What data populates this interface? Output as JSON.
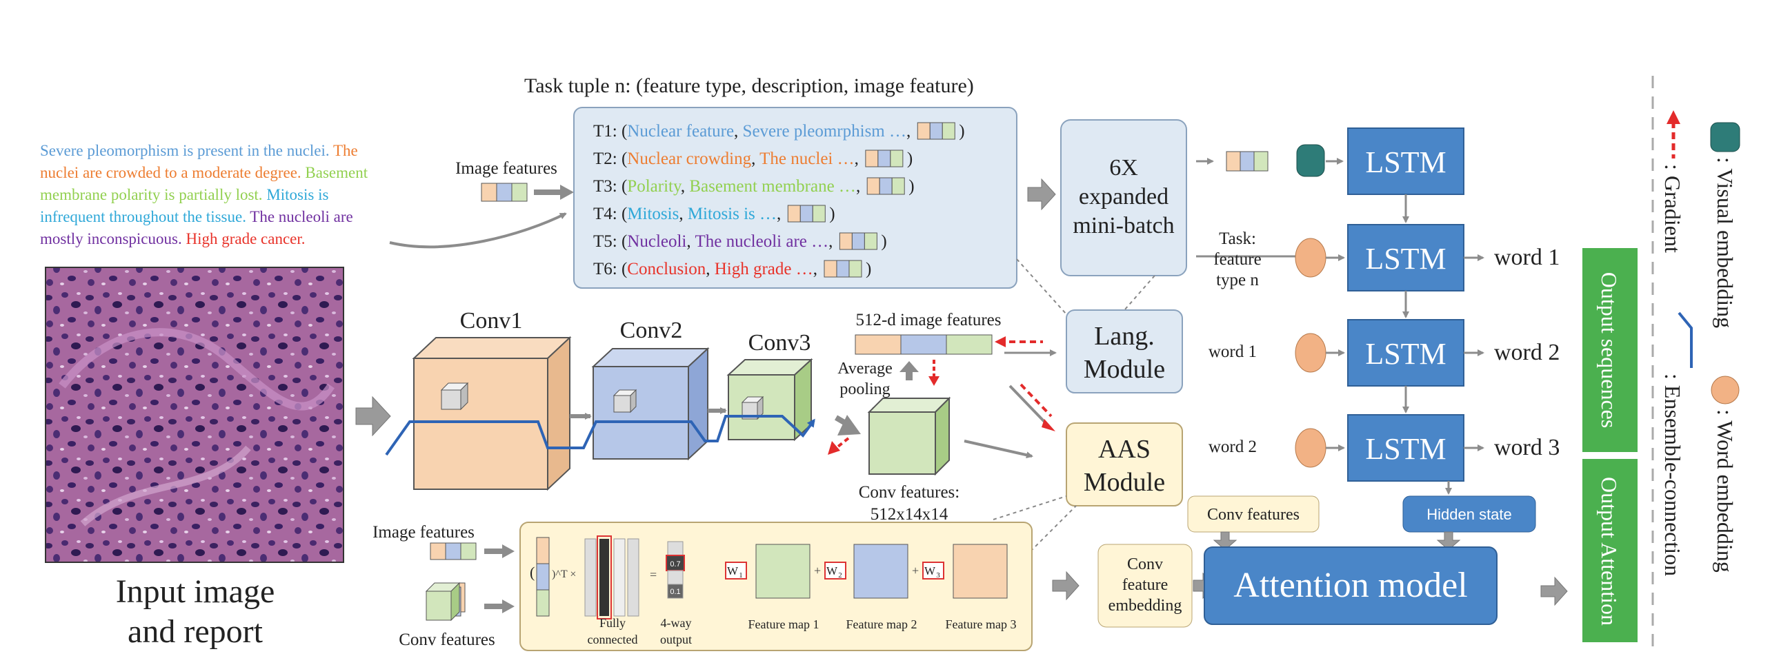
{
  "header": {
    "task_tuple": "Task tuple n: (feature type, description, image feature)"
  },
  "report": {
    "segments": [
      {
        "text": "Severe pleomorphism is present in the nuclei.",
        "color": "#5b9bd5"
      },
      {
        "text": "The nuclei are crowded to a moderate degree.",
        "color": "#ed7d31"
      },
      {
        "text": "Basement membrane polarity is partially lost.",
        "color": "#92d050"
      },
      {
        "text": "Mitosis is infrequent throughout the tissue.",
        "color": "#2fa8d8"
      },
      {
        "text": "The nucleoli are mostly inconspicuous.",
        "color": "#7030a0"
      },
      {
        "text": "High grade cancer.",
        "color": "#e8332a"
      }
    ],
    "lines": [
      [
        "Severe pleomorphism is present in the nuclei.",
        " The"
      ],
      [
        "nuclei are crowded to a moderate degree.",
        " Basement"
      ],
      [
        "membrane polarity is partially lost.",
        " Mitosis is"
      ],
      [
        "infrequent throughout the tissue.",
        " The nucleoli are"
      ],
      [
        "mostly inconspicuous.",
        " High grade cancer."
      ]
    ]
  },
  "input": {
    "label_line1": "Input image",
    "label_line2": "and report"
  },
  "tasks": [
    {
      "id": "T1:",
      "feature": "Nuclear feature",
      "desc": "Severe pleomrphism …",
      "color": "#5b9bd5"
    },
    {
      "id": "T2:",
      "feature": "Nuclear crowding",
      "desc": "The nuclei …",
      "color": "#ed7d31"
    },
    {
      "id": "T3:",
      "feature": "Polarity",
      "desc": "Basement membrane …",
      "color": "#92d050"
    },
    {
      "id": "T4:",
      "feature": "Mitosis",
      "desc": "Mitosis is …",
      "color": "#2fa8d8"
    },
    {
      "id": "T5:",
      "feature": "Nucleoli",
      "desc": "The nucleoli are …",
      "color": "#7030a0"
    },
    {
      "id": "T6:",
      "feature": "Conclusion",
      "desc": "High grade …",
      "color": "#e8332a"
    }
  ],
  "labels": {
    "image_features": "Image features",
    "conv1": "Conv1",
    "conv2": "Conv2",
    "conv3": "Conv3",
    "feat512": "512-d image features",
    "avg_pool_1": "Average",
    "avg_pool_2": "pooling",
    "conv_features_1": "Conv features:",
    "conv_features_2": "512x14x14",
    "minibatch_1": "6X",
    "minibatch_2": "expanded",
    "minibatch_3": "mini-batch",
    "lang_1": "Lang.",
    "lang_2": "Module",
    "aas_1": "AAS",
    "aas_2": "Module",
    "lstm": "LSTM",
    "task_1": "Task:",
    "task_2": "feature",
    "task_3": "type n",
    "word1": "word 1",
    "word2": "word 2",
    "word3": "word 3",
    "conv_features_box": "Conv features",
    "hidden_state": "Hidden state",
    "attention_model": "Attention model",
    "cfe_1": "Conv",
    "cfe_2": "feature",
    "cfe_3": "embedding",
    "out_sequences": "Output sequences",
    "out_attention": "Output Attention",
    "aas_image_features": "Image features",
    "aas_conv_features": "Conv features",
    "fully_1": "Fully",
    "fully_2": "connected",
    "fourway_1": "4-way",
    "fourway_2": "output",
    "fm1": "Feature map 1",
    "fm2": "Feature map 2",
    "fm3": "Feature map 3",
    "w1": "W",
    "w1_sub": "1",
    "w2": "W",
    "w2_sub": "2",
    "w3": "W",
    "w3_sub": "3",
    "gamma_t": ")^T ×",
    "open_paren": "(",
    "equals": "=",
    "plus": "+",
    "v07": "0.7",
    "v01": "0.1"
  },
  "legend": {
    "visual": ": Visual embedding",
    "word": ": Word embedding",
    "gradient": ": Gradient",
    "ensemble": ": Ensemble-connection"
  },
  "colors": {
    "lstm_blue": "#4a86c8",
    "light_blue_box": "#dfe9f3",
    "yellow_box": "#fff5d6",
    "orange_cube": "#f8d3b0",
    "blue_cube": "#b6c7e8",
    "green_cube": "#d2e6bc",
    "word_circle": "#f2b285",
    "visual_embed": "#2e7c78",
    "output_green": "#4bb04f",
    "gradient_red": "#e32b2b"
  }
}
